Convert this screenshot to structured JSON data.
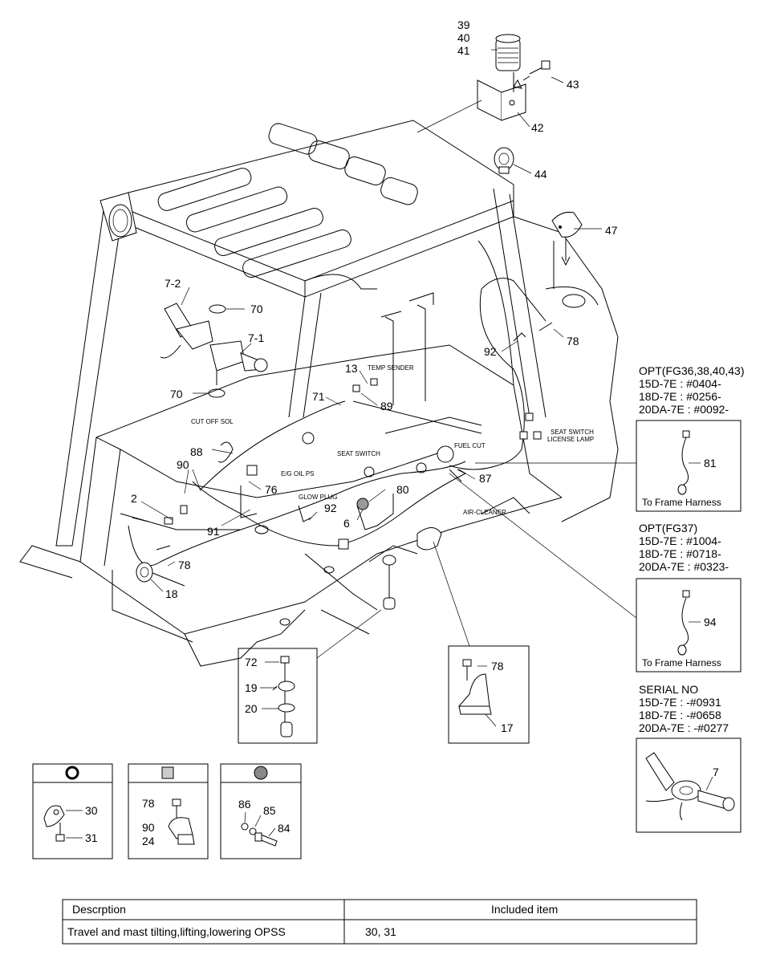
{
  "labels": {
    "l39": "39",
    "l40": "40",
    "l41": "41",
    "l42": "42",
    "l43": "43",
    "l44": "44",
    "l47": "47",
    "l7_2": "7-2",
    "l70a": "70",
    "l7_1": "7-1",
    "l70b": "70",
    "l78a": "78",
    "l92a": "92",
    "l13": "13",
    "l71": "71",
    "l89": "89",
    "l88": "88",
    "l90": "90",
    "l76": "76",
    "l80": "80",
    "l87": "87",
    "l2": "2",
    "l91": "91",
    "l92b": "92",
    "l6": "6",
    "l78b": "78",
    "l18": "18"
  },
  "callouts": {
    "temp_sender": "TEMP SENDER",
    "cut_off_sol": "CUT OFF SOL",
    "eg_oil_ps": "E/G OIL PS",
    "seat_switch": "SEAT SWITCH",
    "fuel_cut": "FUEL CUT",
    "seat_switch_license_1": "SEAT SWITCH",
    "seat_switch_license_2": "LICENSE LAMP",
    "glow_plug": "GLOW PLUG",
    "air_cleaner": "AIR-CLEANER"
  },
  "inset_left": {
    "l72": "72",
    "l19": "19",
    "l20": "20"
  },
  "inset_mid": {
    "l78": "78",
    "l17": "17"
  },
  "opt1": {
    "title": "OPT(FG36,38,40,43)",
    "lines": [
      "15D-7E : #0404-",
      "18D-7E : #0256-",
      "20DA-7E : #0092-"
    ],
    "part": "81",
    "caption": "To Frame Harness"
  },
  "opt2": {
    "title": "OPT(FG37)",
    "lines": [
      "15D-7E : #1004-",
      "18D-7E : #0718-",
      "20DA-7E : #0323-"
    ],
    "part": "94",
    "caption": "To Frame Harness"
  },
  "serial": {
    "title": "SERIAL NO",
    "lines": [
      "15D-7E : -#0931",
      "18D-7E : -#0658",
      "20DA-7E : -#0277"
    ],
    "part": "7"
  },
  "legend": {
    "box1": {
      "a": "30",
      "b": "31"
    },
    "box2": {
      "a": "78",
      "b": "90",
      "c": "24"
    },
    "box3": {
      "a": "86",
      "b": "85",
      "c": "84"
    }
  },
  "table": {
    "headers": [
      "Descrption",
      "Included item"
    ],
    "rows": [
      [
        "Travel and mast tilting,lifting,lowering OPSS",
        "30, 31"
      ]
    ]
  }
}
